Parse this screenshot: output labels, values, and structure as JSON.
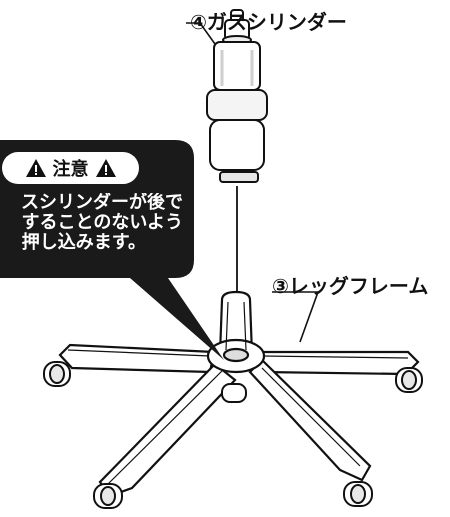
{
  "labels": {
    "gas_cylinder": "④ガスシリンダー",
    "leg_frame": "③レッグフレーム"
  },
  "caution": {
    "title": "注意",
    "lines": [
      "スシリンダーが後で",
      "することのないよう",
      "押し込みます。"
    ]
  },
  "colors": {
    "callout_fill": "#1a1a1a",
    "line": "#111111",
    "part_fill": "#ffffff",
    "shade": "#cfcfcf"
  }
}
